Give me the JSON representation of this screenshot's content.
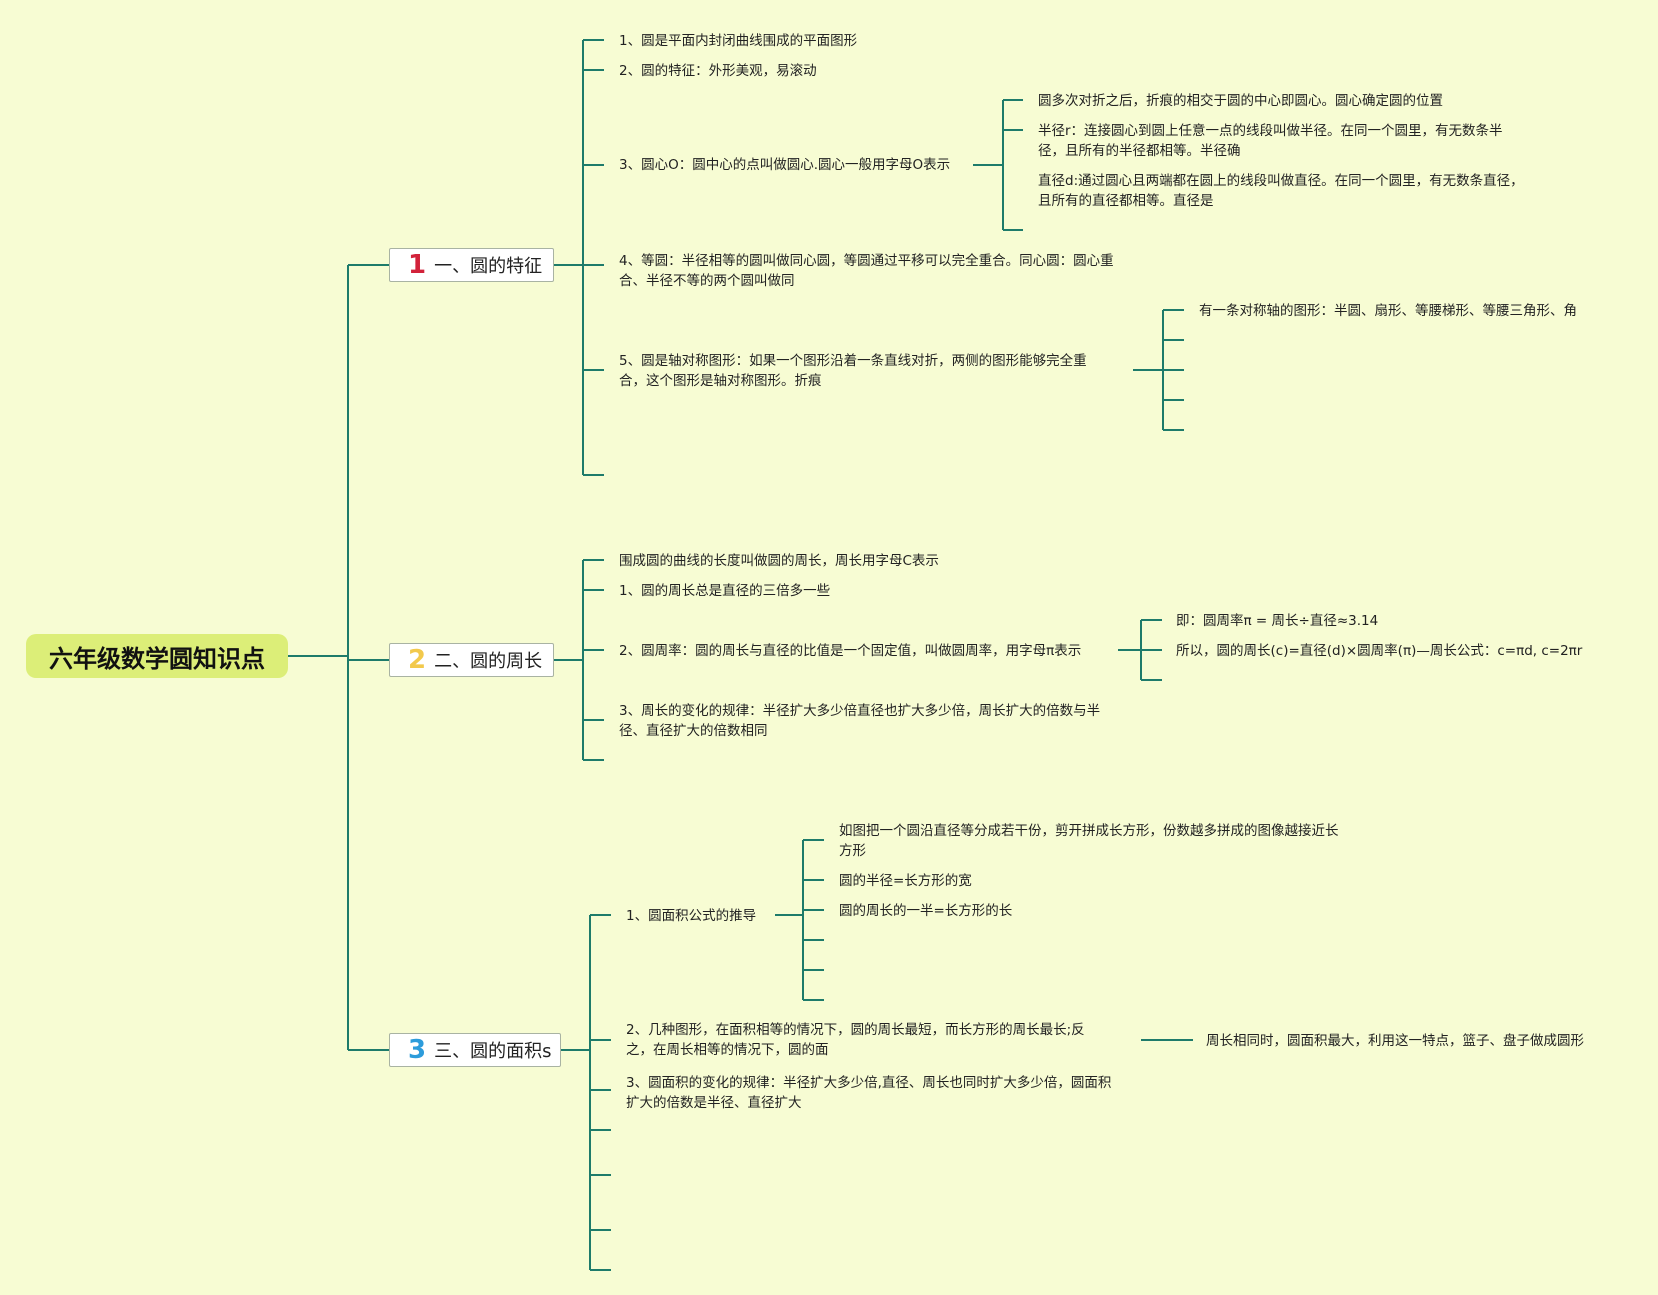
{
  "root": {
    "title": "六年级数学圆知识点"
  },
  "branches": [
    {
      "number": "1",
      "label": "一、圆的特征",
      "color": "#d2223a"
    },
    {
      "number": "2",
      "label": "二、圆的周长",
      "color": "#f2c94c"
    },
    {
      "number": "3",
      "label": "三、圆的面积s",
      "color": "#2d9cdb"
    }
  ],
  "b1": {
    "items": [
      "1、圆是平面内封闭曲线围成的平面图形",
      "2、圆的特征：外形美观，易滚动",
      "3、圆心O：圆中心的点叫做圆心.圆心一般用字母O表示",
      "4、等圆：半径相等的圆叫做同心圆，等圆通过平移可以完全重合。同心圆：圆心重合、半径不等的两个圆叫做同",
      "5、圆是轴对称图形：如果一个图形沿着一条直线对折，两侧的图形能够完全重合，这个图形是轴对称图形。折痕"
    ],
    "center_details": [
      "圆多次对折之后，折痕的相交于圆的中心即圆心。圆心确定圆的位置",
      "半径r：连接圆心到圆上任意一点的线段叫做半径。在同一个圆里，有无数条半径，且所有的半径都相等。半径确",
      "直径d:通过圆心且两端都在圆上的线段叫做直径。在同一个圆里，有无数条直径，且所有的直径都相等。直径是"
    ],
    "symmetry_details": [
      "有一条对称轴的图形：半圆、扇形、等腰梯形、等腰三角形、角"
    ]
  },
  "b2": {
    "items": [
      "围成圆的曲线的长度叫做圆的周长，周长用字母C表示",
      "1、圆的周长总是直径的三倍多一些",
      "2、圆周率：圆的周长与直径的比值是一个固定值，叫做圆周率，用字母π表示",
      "3、周长的变化的规律：半径扩大多少倍直径也扩大多少倍，周长扩大的倍数与半径、直径扩大的倍数相同"
    ],
    "pi_details": [
      "即：圆周率π = 周长÷直径≈3.14",
      "所以，圆的周长(c)=直径(d)×圆周率(π)—周长公式：c=πd, c=2πr"
    ]
  },
  "b3": {
    "items": [
      "1、圆面积公式的推导",
      "2、几种图形，在面积相等的情况下，圆的周长最短，而长方形的周长最长;反之，在周长相等的情况下，圆的面",
      "3、圆面积的变化的规律：半径扩大多少倍,直径、周长也同时扩大多少倍，圆面积扩大的倍数是半径、直径扩大"
    ],
    "derivation_details": [
      "如图把一个圆沿直径等分成若干份，剪开拼成长方形，份数越多拼成的图像越接近长方形",
      "圆的半径=长方形的宽",
      "圆的周长的一半=长方形的长"
    ],
    "perimeter_detail": "周长相同时，圆面积最大，利用这一特点，篮子、盘子做成圆形"
  },
  "line_color": "#1e7b6a"
}
